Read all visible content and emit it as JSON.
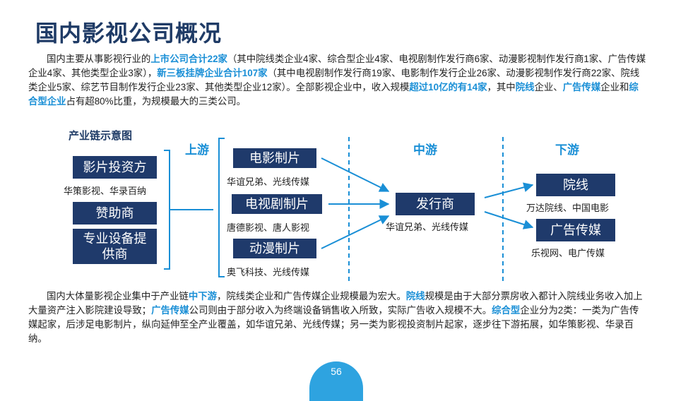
{
  "title": "国内影视公司概况",
  "para1": {
    "t1": "国内主要从事影视行业的",
    "h1": "上市公司合计22家",
    "t2": "（其中院线类企业4家、综合型企业4家、电视剧制作发行商6家、动漫影视制作发行商1家、广告传媒企业4家、其他类型企业3家），",
    "h2": "新三板挂牌企业合计107家",
    "t3": "（其中电视剧制作发行商19家、电影制作发行企业26家、动漫影视制作发行商22家、院线类企业5家、综艺节目制作发行企业23家、其他类型企业12家）。全部影视企业中，收入规模",
    "h3": "超过10亿的有14家",
    "t4": "，其中",
    "h4": "院线",
    "t5": "企业、",
    "h5": "广告传媒",
    "t6": "企业和",
    "h6": "综合型企业",
    "t7": "占有超80%比重，为规模最大的三类公司。"
  },
  "chain": {
    "title": "产业链示意图",
    "stages": {
      "upstream": "上游",
      "midstream": "中游",
      "downstream": "下游"
    },
    "left_boxes": [
      {
        "label": "影片投资方",
        "caption": "华策影视、华录百纳"
      },
      {
        "label": "赞助商",
        "caption": ""
      },
      {
        "label": "专业设备提供商",
        "caption": ""
      }
    ],
    "production_boxes": [
      {
        "label": "电影制片",
        "caption": "华谊兄弟、光线传媒"
      },
      {
        "label": "电视剧制片",
        "caption": "唐德影视、唐人影视"
      },
      {
        "label": "动漫制片",
        "caption": "奥飞科技、光线传媒"
      }
    ],
    "distributor": {
      "label": "发行商",
      "caption": "华谊兄弟、光线传媒"
    },
    "downstream_boxes": [
      {
        "label": "院线",
        "caption": "万达院线、中国电影"
      },
      {
        "label": "广告传媒",
        "caption": "乐视网、电广传媒"
      }
    ]
  },
  "para2": {
    "t1": "国内大体量影视企业集中于产业链",
    "h1": "中下游",
    "t2": "，院线类企业和广告传媒企业规模最为宏大。",
    "h2": "院线",
    "t3": "规模是由于大部分票房收入都计入院线业务收入加上大量资产注入影院建设导致；",
    "h3": "广告传媒",
    "t4": "公司则由于部分收入为终端设备销售收入所致，实际广告收入规模不大。",
    "h4": "综合型",
    "t5": "企业分为2类：一类为广告传媒起家，后涉足电影制片，纵向延伸至全产业覆盖，如华谊兄弟、光线传媒；另一类为影视投资制片起家，逐步往下游拓展，如华策影视、华录百纳。"
  },
  "page_number": "56",
  "colors": {
    "title": "#1f3b66",
    "box": "#1f3a6b",
    "highlight": "#1a8fd6",
    "line": "#1a8fd6"
  }
}
